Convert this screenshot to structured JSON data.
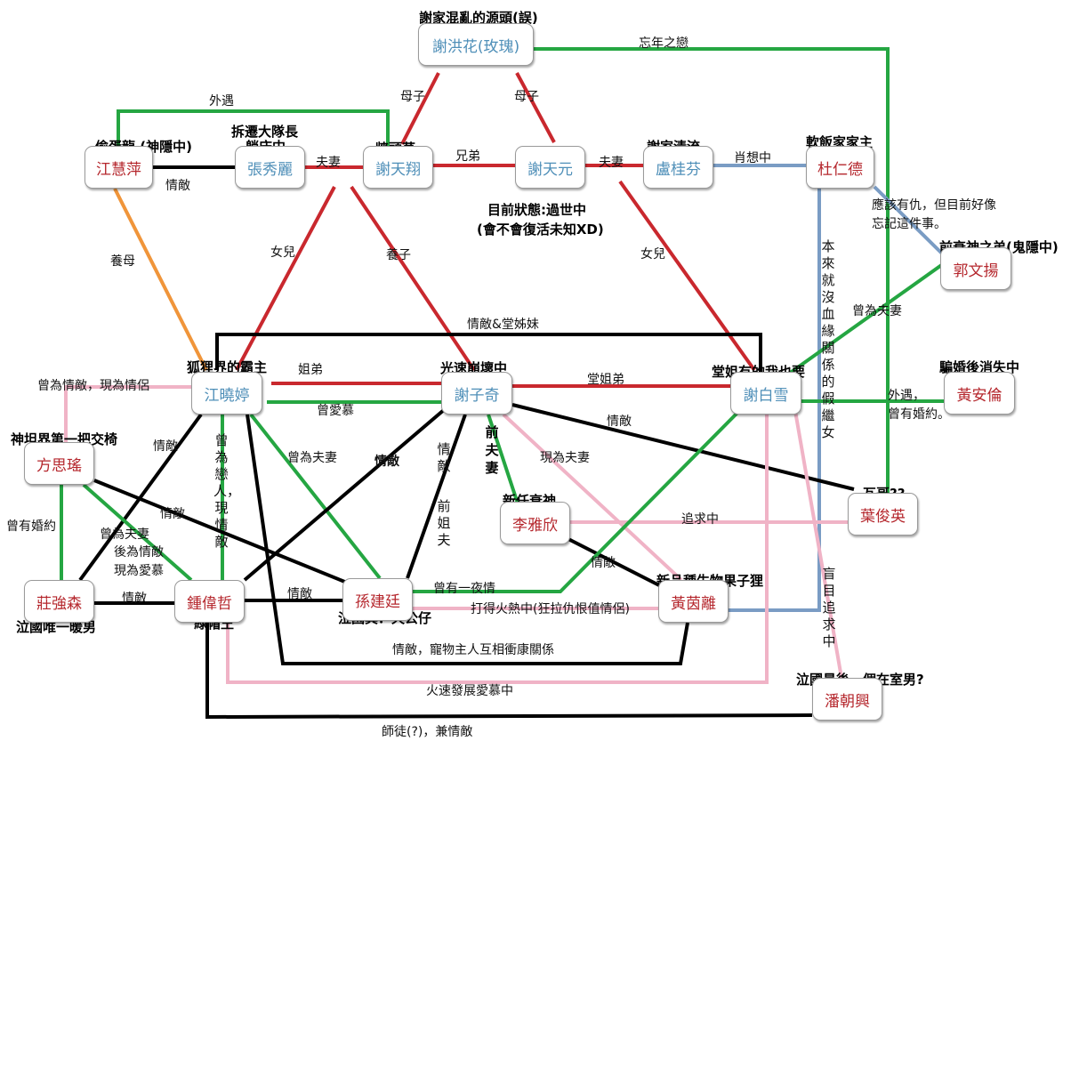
{
  "colors": {
    "red": "#c9282e",
    "green": "#25a642",
    "black": "#000000",
    "pink": "#f0b3c6",
    "blue": "#7a9cc4",
    "orange": "#f0953a"
  },
  "nodes": {
    "xie_honghua": "謝洪花(玫瑰)",
    "jiang_huiping": "江慧萍",
    "zhang_xiuli": "張秀麗",
    "xie_tianxiang": "謝天翔",
    "xie_tianyuan": "謝天元",
    "lu_guifen": "盧桂芬",
    "du_rende": "杜仁德",
    "guo_wenyang": "郭文揚",
    "jiang_xiaoting": "江曉婷",
    "xie_ziqi": "謝子奇",
    "xie_baixue": "謝白雪",
    "huang_anlun": "黃安倫",
    "fang_siyao": "方思瑤",
    "li_yaxin": "李雅欣",
    "ye_junying": "葉俊英",
    "zhuang_qiangsen": "莊強森",
    "zhong_weizhe": "鍾偉哲",
    "sun_jianting": "孫建廷",
    "huang_yinli": "黃茵離",
    "pan_chaoxing": "潘朝興"
  },
  "headings": {
    "xie_honghua": "謝家混亂的源頭(誤)",
    "jiang_huiping": "偷蛋龍 (神隱中)",
    "zhang_xiuli_1": "拆遷大隊長",
    "zhang_xiuli_2": "躺床中",
    "xie_tianxiang": "牆頭草",
    "lu_guifen": "謝家清流",
    "du_rende": "軟飯家家主",
    "xie_tianyuan_1": "目前狀態:過世中",
    "xie_tianyuan_2": "(會不會復活未知XD)",
    "guo_wenyang": "前衰神之弟(鬼隱中)",
    "jiang_xiaoting": "狐狸界的霸主",
    "xie_ziqi": "光速崩壞中",
    "xie_baixue": "堂姐有的我也要",
    "huang_anlun": "騙婚後消失中",
    "fang_siyao": "神坦界第一把交椅",
    "li_yaxin": "新任衰神",
    "ye_junying": "瓦哥??",
    "huang_yinli": "新品種生物果子狸",
    "zhuang_qiangsen": "泣國唯一暖男",
    "zhong_weizhe": "綠帽王",
    "sun_jianting": "泣國真．天公仔",
    "pan_chaoxing": "泣國最後一個在室男?",
    "qianfuqi": "前夫妻"
  },
  "labels": {
    "wangnian": "忘年之戀",
    "waiyu_top": "外遇",
    "muzi_left": "母子",
    "muzi_right": "母子",
    "qingdi_jiang_zhang": "情敵",
    "fuqi_zhang_xiang": "夫妻",
    "xiongdi": "兄弟",
    "fuqi_yuan_lu": "夫妻",
    "xiangnian": "肖想中",
    "yinggai_1": "應該有仇，但目前好像",
    "yinggai_2": "忘記這件事。",
    "yangmu": "養母",
    "nuer_left": "女兒",
    "yangzi": "養子",
    "nuer_right": "女兒",
    "cengwei_fuqi_guo": "曾為夫妻",
    "qingdi_tangzimei": "情敵&堂姊妹",
    "zengwei_qingdi": "曾為情敵，現為情侶",
    "jiedi": "姐弟",
    "tangjiedi": "堂姐弟",
    "zengaimu": "曾愛慕",
    "qingdi_fang_ting": "情敵",
    "cengwei_fuqi_ting_sun": "曾為夫妻",
    "qingdi_ting_zhong": "情敵",
    "waiyu_anlun_1": "外遇，",
    "waiyu_anlun_2": "曾有婚約。",
    "qingdi_ziqi_ye": "情敵",
    "xianwei_fuqi": "現為夫妻",
    "qingdi_fang_sun": "情敵",
    "zhuiqiu": "追求中",
    "cengyou_hunyue": "曾有婚約",
    "zengwei_fuqi_fang_1": "曾為夫妻",
    "zengwei_fuqi_fang_2": "後為情敵",
    "zengwei_fuqi_fang_3": "現為愛慕",
    "qingdi_yinli": "情敵",
    "qingdi_zhuang_zhong": "情敵",
    "qingdi_zhong_sun": "情敵",
    "yiyeqing": "曾有一夜情",
    "dade": "打得火熱中(狂拉仇恨值情侶)",
    "chongwu": "情敵，寵物主人互相衝康關係",
    "huosu": "火速發展愛慕中",
    "shitu": "師徒(?)，兼情敵",
    "v_benlai": "本來就沒血緣關係的假繼女",
    "v_cengwei": "曾為戀人，現情敵",
    "v_qingdi_qianjiefu": "情敵",
    "v_qianjiefu": "前姐夫",
    "v_mangmu": "盲目追求中"
  }
}
